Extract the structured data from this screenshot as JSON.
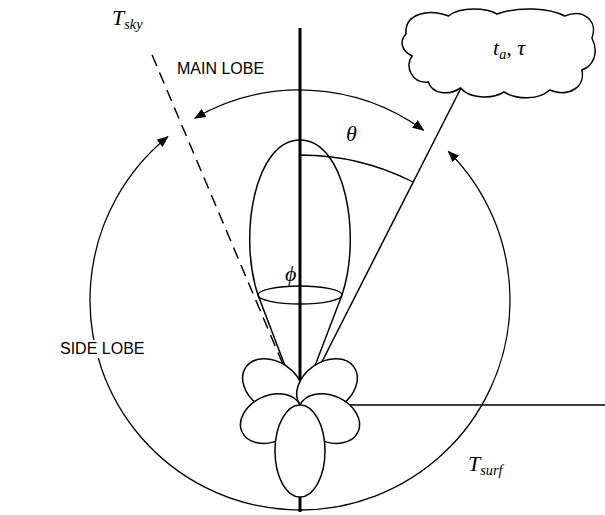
{
  "diagram": {
    "nodes": [
      {
        "text": [
          "ta, τ"
        ]
      }
    ],
    "labels": [
      "Tsky",
      "MAIN LOBE",
      "θ",
      "ϕ",
      "SIDE LOBE",
      "Tsurf"
    ]
  }
}
